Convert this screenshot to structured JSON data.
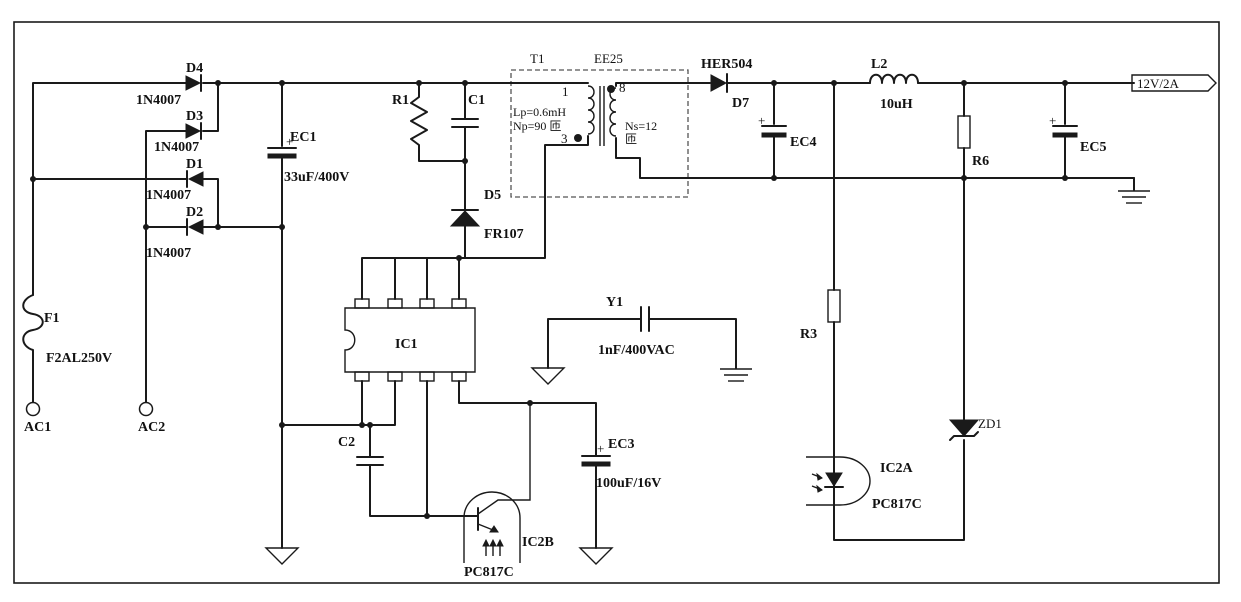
{
  "components": {
    "d4": {
      "ref": "D4",
      "value": "1N4007"
    },
    "d3": {
      "ref": "D3",
      "value": "1N4007"
    },
    "d1": {
      "ref": "D1",
      "value": "1N4007"
    },
    "d2": {
      "ref": "D2",
      "value": "1N4007"
    },
    "ec1": {
      "ref": "EC1",
      "value": "33uF/400V"
    },
    "r1": {
      "ref": "R1"
    },
    "c1": {
      "ref": "C1"
    },
    "d5": {
      "ref": "D5",
      "value": "FR107"
    },
    "t1": {
      "ref": "T1",
      "core": "EE25",
      "pin1": "1",
      "pin3": "3",
      "pin8": "8",
      "lp": "Lp=0.6mH",
      "np": "Np=90 匝",
      "ns": "Ns=12",
      "ns_unit": "匝"
    },
    "d7": {
      "ref": "D7",
      "value": "HER504"
    },
    "ec4": {
      "ref": "EC4"
    },
    "l2": {
      "ref": "L2",
      "value": "10uH"
    },
    "r6": {
      "ref": "R6"
    },
    "ec5": {
      "ref": "EC5"
    },
    "output": {
      "label": "12V/2A"
    },
    "f1": {
      "ref": "F1",
      "value": "F2AL250V"
    },
    "ac1": {
      "ref": "AC1"
    },
    "ac2": {
      "ref": "AC2"
    },
    "ic1": {
      "ref": "IC1"
    },
    "y1": {
      "ref": "Y1",
      "value": "1nF/400VAC"
    },
    "c2": {
      "ref": "C2"
    },
    "ec3": {
      "ref": "EC3",
      "value": "100uF/16V"
    },
    "ic2b": {
      "ref": "IC2B",
      "value": "PC817C"
    },
    "r3": {
      "ref": "R3"
    },
    "ic2a": {
      "ref": "IC2A",
      "value": "PC817C"
    },
    "zd1": {
      "ref": "ZD1"
    }
  }
}
